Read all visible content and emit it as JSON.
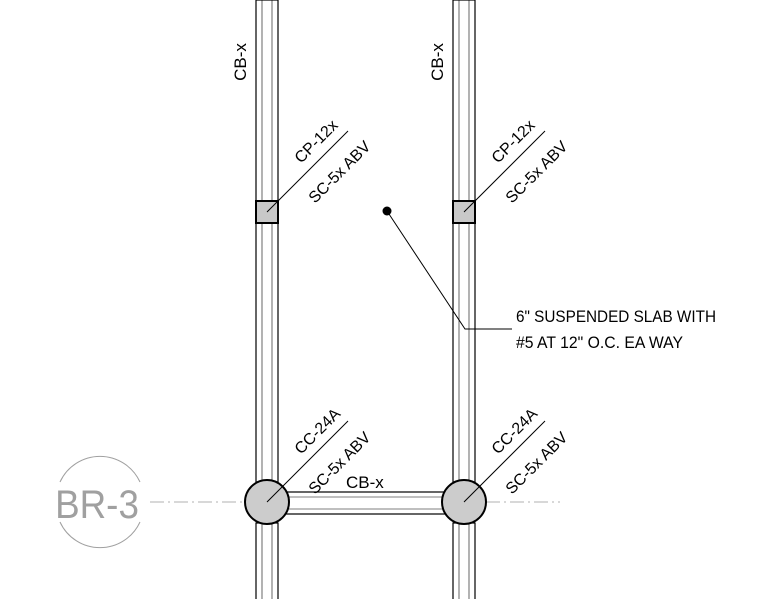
{
  "grid_bubble": {
    "label": "BR-3",
    "color": "#a0a0a0"
  },
  "beams": {
    "left_vertical_label": "CB-x",
    "right_vertical_label": "CB-x",
    "horizontal_label": "CB-x"
  },
  "columns": {
    "upper_left": {
      "tag": "CP-12x",
      "below": "SC-5x ABV"
    },
    "upper_right": {
      "tag": "CP-12x",
      "below": "SC-5x ABV"
    },
    "lower_left": {
      "tag": "CC-24A",
      "below": "SC-5x ABV"
    },
    "lower_right": {
      "tag": "CC-24A",
      "below": "SC-5x ABV"
    }
  },
  "slab_note": {
    "line1": "6\" SUSPENDED SLAB WITH",
    "line2": "#5 AT 12\" O.C. EA WAY"
  },
  "colors": {
    "column_fill": "#cccccc",
    "line": "#000000",
    "grid": "#a0a0a0"
  }
}
